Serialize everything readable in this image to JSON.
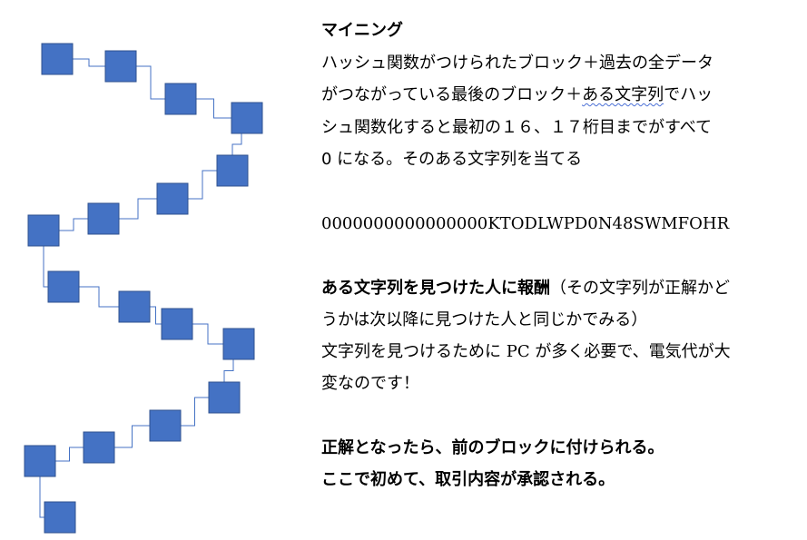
{
  "heading": "マイニング",
  "desc_line1": "ハッシュ関数がつけられたブロック＋過去の全データ",
  "desc_line2a": "がつながっている最後のブロック＋",
  "desc_line2b": "ある文字列",
  "desc_line2c": "でハッ",
  "desc_line3": "シュ関数化すると最初の１６、１７桁目までがすべて",
  "desc_line4a": "0",
  "desc_line4b": " になる。そのある文字列を当てる",
  "hash_example": "0000000000000000KTODLWPD0N48SWMFOHR",
  "reward_bold": "ある文字列を見つけた人に報酬",
  "reward_note1": "（その文字列が正解かど",
  "reward_note2": "うかは次以降に見つけた人と同じかでみる）",
  "pc_line1": "文字列を見つけるために PC が多く必要で、電気代が大",
  "pc_line2": "変なのです！",
  "conclusion1": "正解となったら、前のブロックに付けられる。",
  "conclusion2": "ここで初めて、取引内容が承認される。",
  "colors": {
    "block_fill": "#4472c4",
    "block_stroke": "#2f528f",
    "connector": "#4472c4"
  }
}
